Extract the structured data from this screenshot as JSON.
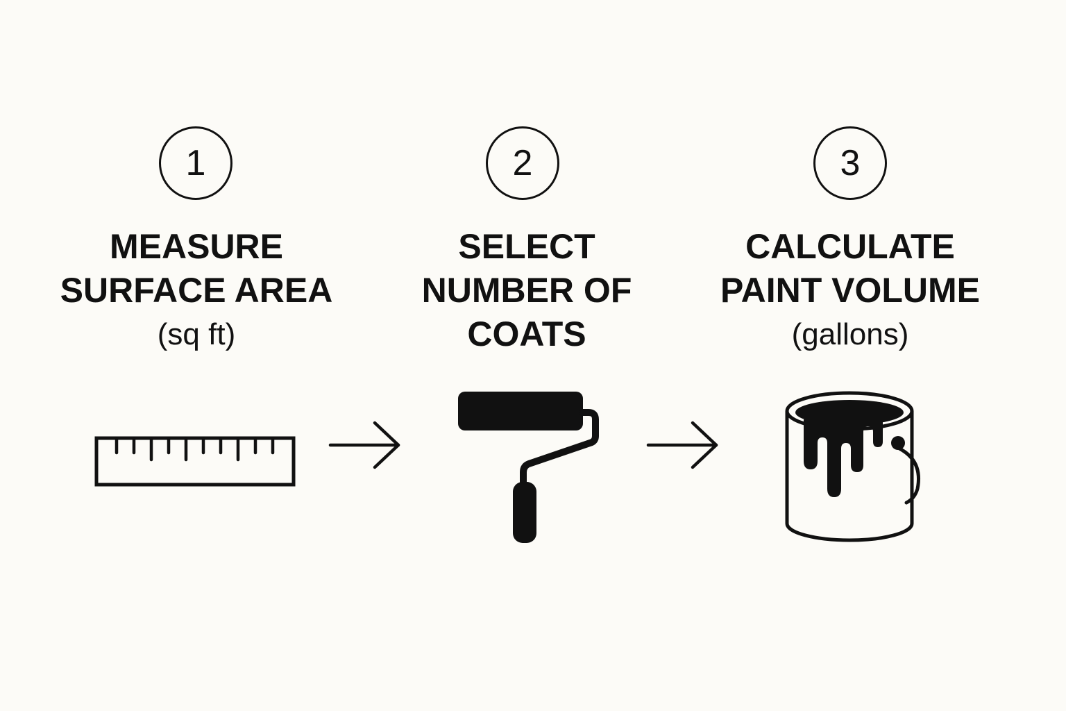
{
  "steps": [
    {
      "number": "1",
      "title": "MEASURE\nSURFACE AREA",
      "unit": "(sq ft)",
      "icon": "ruler-icon"
    },
    {
      "number": "2",
      "title": "SELECT\nNUMBER OF\nCOATS",
      "unit": "",
      "icon": "paint-roller-icon"
    },
    {
      "number": "3",
      "title": "CALCULATE\nPAINT VOLUME",
      "unit": "(gallons)",
      "icon": "paint-can-icon"
    }
  ],
  "connectors": [
    "arrow-right-icon",
    "arrow-right-icon"
  ],
  "colors": {
    "ink": "#111111",
    "background": "#fcfbf7"
  }
}
